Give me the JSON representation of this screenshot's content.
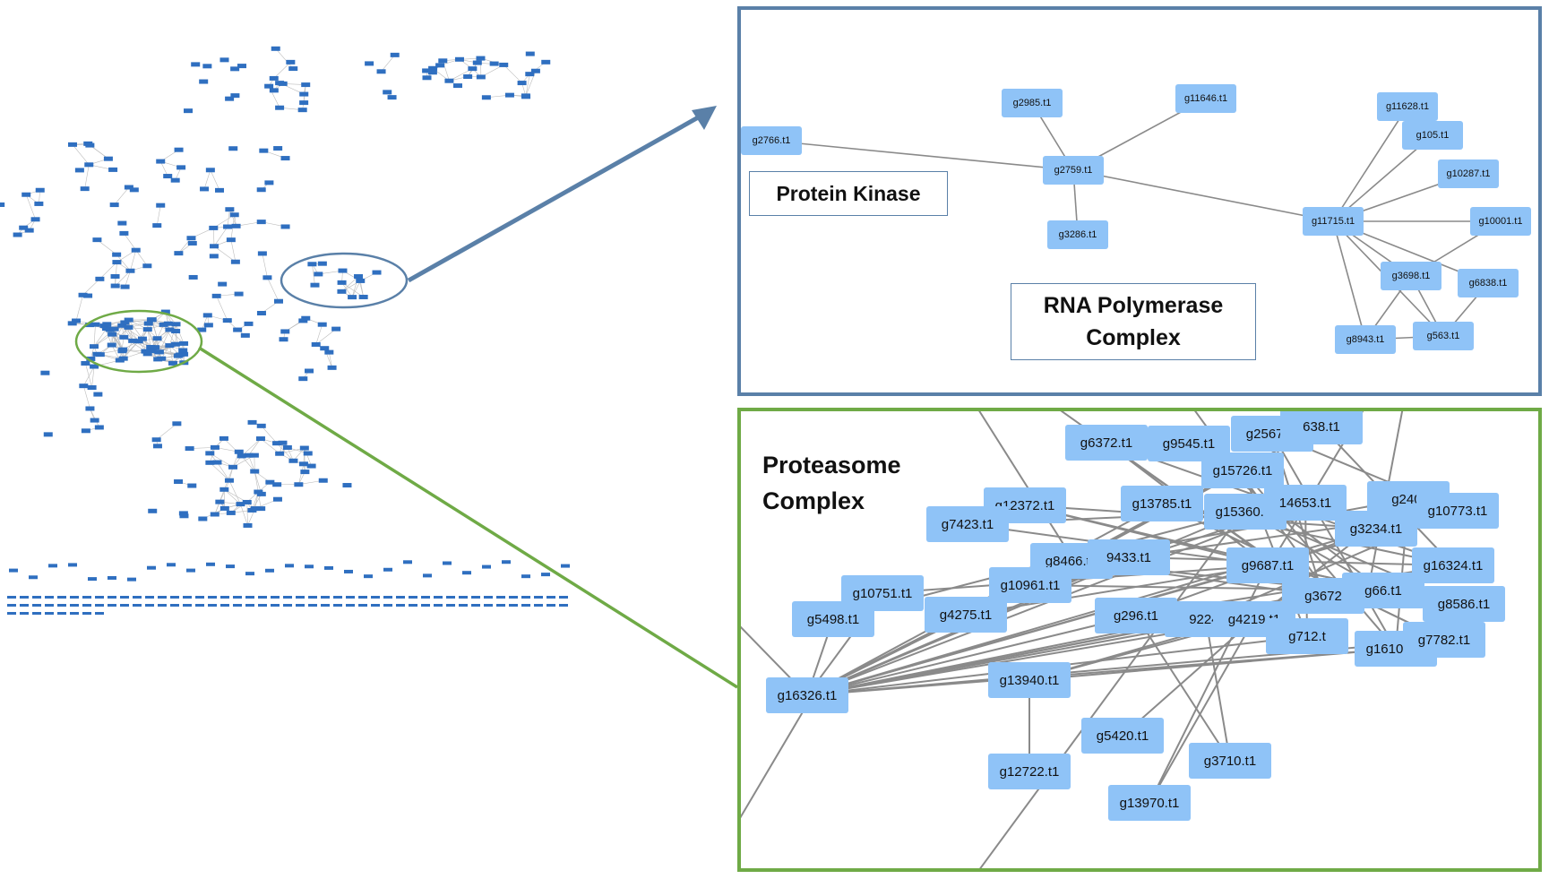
{
  "labels": {
    "protein_kinase": "Protein Kinase",
    "rna_polymerase": "RNA Polymerase\nComplex",
    "proteasome": "Proteasome\nComplex"
  },
  "colors": {
    "top_panel_border": "#5a80a8",
    "bottom_panel_border": "#6faa46",
    "node_fill": "#8fc3f7",
    "edge": "#8a8a8a"
  },
  "top_panel": {
    "nodes": [
      "g2766.t1",
      "g2985.t1",
      "g11646.t1",
      "g2759.t1",
      "g3286.t1",
      "g11628.t1",
      "g105.t1",
      "g10287.t1",
      "g11715.t1",
      "g10001.t1",
      "g3698.t1",
      "g6838.t1",
      "g8943.t1",
      "g563.t1"
    ],
    "edges": [
      [
        "g2766.t1",
        "g2759.t1"
      ],
      [
        "g2985.t1",
        "g2759.t1"
      ],
      [
        "g11646.t1",
        "g2759.t1"
      ],
      [
        "g3286.t1",
        "g2759.t1"
      ],
      [
        "g2759.t1",
        "g11715.t1"
      ],
      [
        "g11715.t1",
        "g11628.t1"
      ],
      [
        "g11715.t1",
        "g105.t1"
      ],
      [
        "g11715.t1",
        "g10287.t1"
      ],
      [
        "g11715.t1",
        "g10001.t1"
      ],
      [
        "g11715.t1",
        "g3698.t1"
      ],
      [
        "g11715.t1",
        "g6838.t1"
      ],
      [
        "g11715.t1",
        "g8943.t1"
      ],
      [
        "g11715.t1",
        "g563.t1"
      ],
      [
        "g3698.t1",
        "g10001.t1"
      ],
      [
        "g3698.t1",
        "g8943.t1"
      ],
      [
        "g3698.t1",
        "g563.t1"
      ],
      [
        "g6838.t1",
        "g563.t1"
      ],
      [
        "g8943.t1",
        "g563.t1"
      ]
    ]
  },
  "bottom_panel": {
    "nodes": [
      "g6372.t1",
      "g9545.t1",
      "g2567.t1",
      "638.t1",
      "g15726.t1",
      "g12372.t1",
      "g13785.t1",
      "g15360.t1",
      "14653.t1",
      "g240:",
      "g10773.t1",
      "g7423.t1",
      "g3234.t1",
      "g8466.t1",
      "9433.t1",
      "g9687.t1",
      "g16324.t1",
      "g10751.t1",
      "g10961.t1",
      "g3672",
      "g66.t1",
      "g8586.t1",
      "g5498.t1",
      "g4275.t1",
      "g296.t1",
      "9224.",
      "g4219.t1",
      "g712.t",
      "g16107.t1",
      "g7782.t1",
      "g16326.t1",
      "g13940.t1",
      "g5420.t1",
      "g12722.t1",
      "g3710.t1",
      "g13970.t1"
    ],
    "hub_edges_from": "g16326.t1",
    "hub_edges_to": [
      "g9687.t1",
      "g16324.t1",
      "g66.t1",
      "g3672",
      "g4219.t1",
      "9224.",
      "g296.t1",
      "g15360.t1",
      "g13785.t1",
      "g8466.t1",
      "9433.t1",
      "g10961.t1",
      "g4275.t1",
      "g712.t",
      "g16107.t1",
      "g3234.t1",
      "g10773.t1",
      "14653.t1",
      "g7782.t1",
      "g5498.t1",
      "g10751.t1"
    ],
    "edges": [
      [
        "g13940.t1",
        "g12722.t1"
      ],
      [
        "g13940.t1",
        "g16107.t1"
      ],
      [
        "g13940.t1",
        "g4219.t1"
      ],
      [
        "g13940.t1",
        "g3672"
      ],
      [
        "g5420.t1",
        "g4219.t1"
      ],
      [
        "g3710.t1",
        "9224."
      ],
      [
        "g3710.t1",
        "g296.t1"
      ],
      [
        "g13970.t1",
        "g9687.t1"
      ],
      [
        "g13970.t1",
        "g4219.t1"
      ],
      [
        "g7423.t1",
        "g9687.t1"
      ],
      [
        "g7423.t1",
        "g15360.t1"
      ],
      [
        "g12372.t1",
        "g9687.t1"
      ],
      [
        "g12372.t1",
        "g3234.t1"
      ],
      [
        "g6372.t1",
        "g9687.t1"
      ],
      [
        "g6372.t1",
        "g16324.t1"
      ],
      [
        "g9545.t1",
        "g3234.t1"
      ],
      [
        "g9545.t1",
        "g66.t1"
      ],
      [
        "g2567.t1",
        "g3672"
      ],
      [
        "g2567.t1",
        "g10773.t1"
      ],
      [
        "638.t1",
        "g16324.t1"
      ],
      [
        "638.t1",
        "g8466.t1"
      ],
      [
        "g15726.t1",
        "g16107.t1"
      ],
      [
        "g15726.t1",
        "g10961.t1"
      ],
      [
        "g13785.t1",
        "g16324.t1"
      ],
      [
        "g13785.t1",
        "g7782.t1"
      ],
      [
        "g15360.t1",
        "g8586.t1"
      ],
      [
        "g15360.t1",
        "g66.t1"
      ],
      [
        "14653.t1",
        "g4275.t1"
      ],
      [
        "14653.t1",
        "g712.t"
      ],
      [
        "g240:",
        "g8466.t1"
      ],
      [
        "g240:",
        "g16107.t1"
      ],
      [
        "g10773.t1",
        "g9687.t1"
      ],
      [
        "g3234.t1",
        "g296.t1"
      ],
      [
        "g8466.t1",
        "g3672"
      ],
      [
        "9433.t1",
        "g16324.t1"
      ],
      [
        "9433.t1",
        "g10773.t1"
      ],
      [
        "g9687.t1",
        "g8586.t1"
      ],
      [
        "g10961.t1",
        "g66.t1"
      ],
      [
        "g4275.t1",
        "g9687.t1"
      ],
      [
        "g296.t1",
        "g16324.t1"
      ],
      [
        "9224.",
        "g10773.t1"
      ],
      [
        "g4219.t1",
        "g240:"
      ],
      [
        "g712.t",
        "g15726.t1"
      ],
      [
        "g16107.t1",
        "g2567.t1"
      ],
      [
        "g7782.t1",
        "g13785.t1"
      ],
      [
        "g10751.t1",
        "g9687.t1"
      ],
      [
        "g5498.t1",
        "g15360.t1"
      ],
      [
        "g8586.t1",
        "g8466.t1"
      ],
      [
        "g66.t1",
        "g12372.t1"
      ],
      [
        "g3672",
        "g6372.t1"
      ]
    ]
  }
}
